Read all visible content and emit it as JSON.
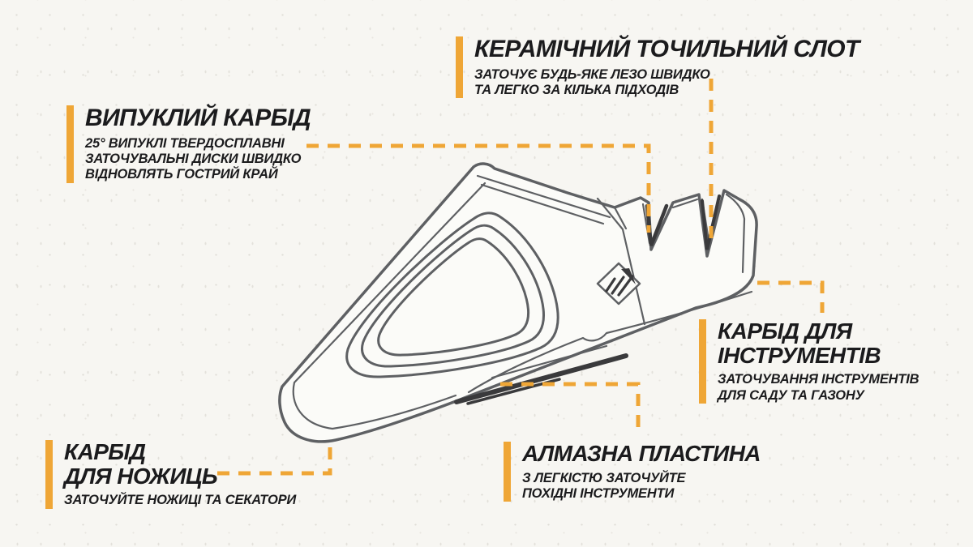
{
  "diagram": {
    "product": "knife-sharpener-line-drawing",
    "colors": {
      "accent": "#EFA636",
      "text": "#1B1B1D",
      "line": "#5E6063",
      "dark": "#3A3A3C",
      "background": "#F7F6F2"
    },
    "callouts": [
      {
        "name": "ceramic-sharpening-slot",
        "title_lines": [
          "КЕРАМІЧНИЙ ТОЧИЛЬНИЙ СЛОТ"
        ],
        "description_lines": [
          "ЗАТОЧУЄ БУДЬ-ЯКЕ ЛЕЗО ШВИДКО",
          "ТА ЛЕГКО ЗА КІЛЬКА ПІДХОДІВ"
        ]
      },
      {
        "name": "convex-carbide",
        "title_lines": [
          "ВИПУКЛИЙ КАРБІД"
        ],
        "description_lines": [
          "25° ВИПУКЛІ ТВЕРДОСПЛАВНІ",
          "ЗАТОЧУВАЛЬНІ ДИСКИ ШВИДКО",
          "ВІДНОВЛЯТЬ ГОСТРИЙ КРАЙ"
        ]
      },
      {
        "name": "tool-carbide",
        "title_lines": [
          "КАРБІД ДЛЯ",
          "ІНСТРУМЕНТІВ"
        ],
        "description_lines": [
          "ЗАТОЧУВАННЯ ІНСТРУМЕНТІВ",
          "ДЛЯ САДУ ТА ГАЗОНУ"
        ]
      },
      {
        "name": "scissors-carbide",
        "title_lines": [
          "КАРБІД",
          "ДЛЯ НОЖИЦЬ"
        ],
        "description_lines": [
          "ЗАТОЧУЙТЕ НОЖИЦІ ТА СЕКАТОРИ"
        ]
      },
      {
        "name": "diamond-plate",
        "title_lines": [
          "АЛМАЗНА ПЛАСТИНА"
        ],
        "description_lines": [
          "З ЛЕГКІСТЮ ЗАТОЧУЙТЕ",
          "ПОХІДНІ ІНСТРУМЕНТИ"
        ]
      }
    ]
  }
}
